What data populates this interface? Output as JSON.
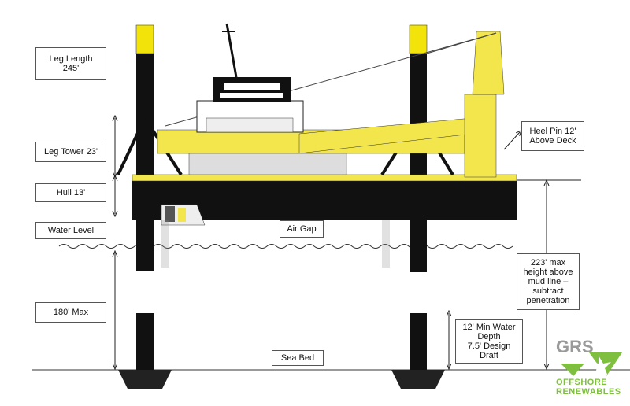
{
  "labels": {
    "leg_length": "Leg Length\n245'",
    "leg_tower": "Leg Tower 23'",
    "hull": "Hull 13'",
    "water_level": "Water Level",
    "max_depth": "180' Max",
    "air_gap": "Air Gap",
    "heel_pin": "Heel Pin 12'\nAbove Deck",
    "max_height": "223' max\nheight above\nmud line –\nsubtract\npenetration",
    "min_water": "12' Min Water\nDepth\n7.5' Design\nDraft",
    "sea_bed": "Sea Bed"
  },
  "logo": {
    "mark": "GRS",
    "line1": "OFFSHORE",
    "line2": "RENEWABLES"
  },
  "colors": {
    "leg_yellow": "#f2e40a",
    "hull_black": "#111111",
    "crane_yellow": "#f3e64c",
    "logo_green": "#7fbf3f",
    "logo_gray": "#9a9a9a",
    "water_line": "#333333"
  }
}
